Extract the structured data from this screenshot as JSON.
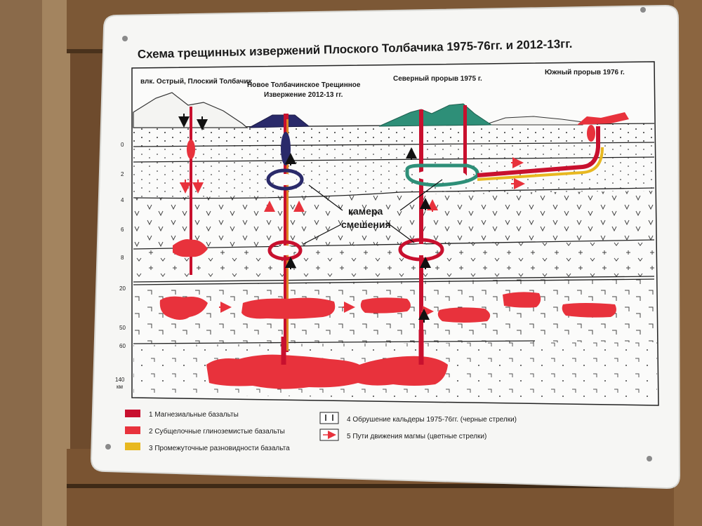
{
  "title": "Схема трещинных извержений Плоского Толбачика  1975-76гг. и 2012-13гг.",
  "sections": {
    "ostry": "влк. Острый,  Плоский Толбачик",
    "new_line1": "Новое Толбачинское Трещинное",
    "new_line2": "Извержение 2012-13 гг.",
    "north": "Северный прорыв 1975 г.",
    "south": "Южный прорыв 1976 г."
  },
  "depth_ticks": [
    "0",
    "2",
    "4",
    "6",
    "8",
    "20",
    "50",
    "60",
    "140"
  ],
  "depth_unit": "км",
  "callout": {
    "line1": "камера",
    "line2": "смешения"
  },
  "legend": {
    "item1": "1 Магнезиальные базальты",
    "item2": "2 Субщелочные глиноземистые базальты",
    "item3": "3 Промежуточные разновидности базальта",
    "item4": "4 Обрушение  кальдеры 1975-76гг. (черные стрелки)",
    "item5": "5 Пути движения магмы (цветные стрелки)"
  },
  "colors": {
    "magnesian": "#c8102e",
    "subalkaline": "#e8323c",
    "intermediate": "#e8b820",
    "cone_new": "#2a2a6a",
    "cone_north": "#2e8f78",
    "board": "#f6f6f4",
    "wood": "#7a5634"
  }
}
